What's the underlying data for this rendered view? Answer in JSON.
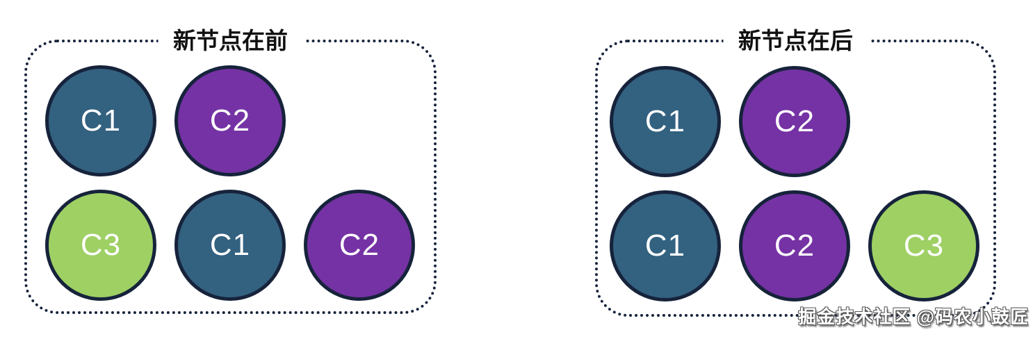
{
  "watermark": "掘金技术社区 @码农小鼓匠",
  "colors": {
    "outline": "#16233b",
    "node_c1": "#336180",
    "node_c2": "#7532a4",
    "node_c3": "#9ed064",
    "label_text": "#ffffff",
    "background": "#ffffff"
  },
  "panels": [
    {
      "title": "新节点在前",
      "rows": [
        [
          {
            "label": "C1",
            "color": "#336180"
          },
          {
            "label": "C2",
            "color": "#7532a4"
          }
        ],
        [
          {
            "label": "C3",
            "color": "#9ed064"
          },
          {
            "label": "C1",
            "color": "#336180"
          },
          {
            "label": "C2",
            "color": "#7532a4"
          }
        ]
      ]
    },
    {
      "title": "新节点在后",
      "rows": [
        [
          {
            "label": "C1",
            "color": "#336180"
          },
          {
            "label": "C2",
            "color": "#7532a4"
          }
        ],
        [
          {
            "label": "C1",
            "color": "#336180"
          },
          {
            "label": "C2",
            "color": "#7532a4"
          },
          {
            "label": "C3",
            "color": "#9ed064"
          }
        ]
      ]
    }
  ]
}
